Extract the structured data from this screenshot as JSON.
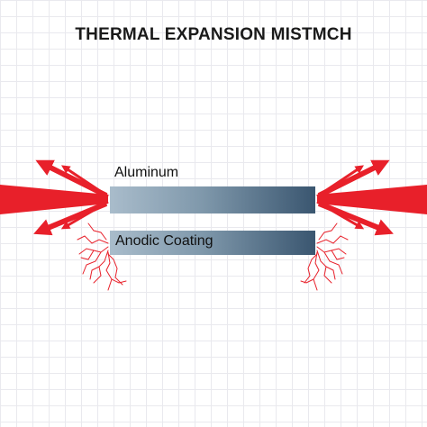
{
  "title": "THERMAL EXPANSION MISTMCH",
  "layers": {
    "top_label": "Aluminum",
    "bottom_label": "Anodic Coating"
  },
  "colors": {
    "arrow": "#e8202a",
    "crack": "#e8202a",
    "bar_light": "#a9bccb",
    "bar_dark": "#3a5670",
    "grid": "#e9e9ee"
  },
  "icons": [
    "expansion-arrow-icon",
    "crack-icon"
  ]
}
